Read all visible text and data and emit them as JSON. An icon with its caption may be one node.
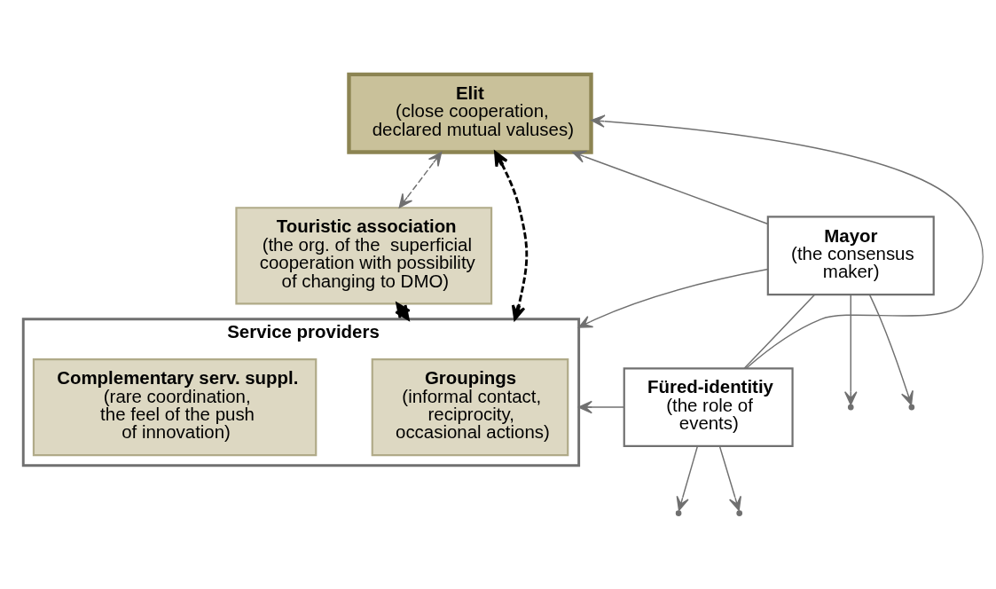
{
  "diagram": {
    "nodes": [
      {
        "text": [
          "Elit",
          "(close cooperation, declared mutual valuses)"
        ]
      },
      {
        "text": [
          "Touristic association",
          "(the org. of the  superficial cooperation with possibility of changing to DMO)"
        ]
      },
      {
        "text": [
          "Service providers"
        ]
      },
      {
        "text": [
          "Groupings",
          "(informal contact, reciprocity, occasional actions)"
        ],
        "in": 2
      },
      {
        "text": [
          "Complementary serv. suppl.",
          "(rare coordination, the feel of the push of innovation)"
        ],
        "in": 2
      },
      {
        "text": [
          "Mayor",
          "(the consensus maker)"
        ]
      },
      {
        "text": [
          "Füred-identitiy",
          "(the role of events)"
        ]
      }
    ],
    "edges": [
      {
        "from": 0,
        "to": 1,
        "arrow": "both",
        "style": "dashed"
      },
      {
        "from": 1,
        "to": 2,
        "arrow": "both",
        "style": "dashed",
        "color": "#000000"
      },
      {
        "from": 0,
        "to": 2,
        "arrow": "both",
        "style": "dashed",
        "color": "#000000"
      },
      {
        "from": 5,
        "to": 6,
        "arrow": "none"
      },
      {
        "from": 5,
        "to": 0,
        "arrow": "to"
      },
      {
        "from": 5,
        "to": null,
        "arrow": "to"
      },
      {
        "from": 5,
        "to": null,
        "arrow": "to"
      },
      {
        "from": 5,
        "to": 2,
        "arrow": "to"
      },
      {
        "from": 6,
        "to": 0,
        "arrow": "to"
      },
      {
        "from": 6,
        "to": null,
        "arrow": "to"
      },
      {
        "from": 6,
        "to": null,
        "arrow": "to"
      },
      {
        "from": 6,
        "to": 2,
        "arrow": "to"
      }
    ]
  }
}
